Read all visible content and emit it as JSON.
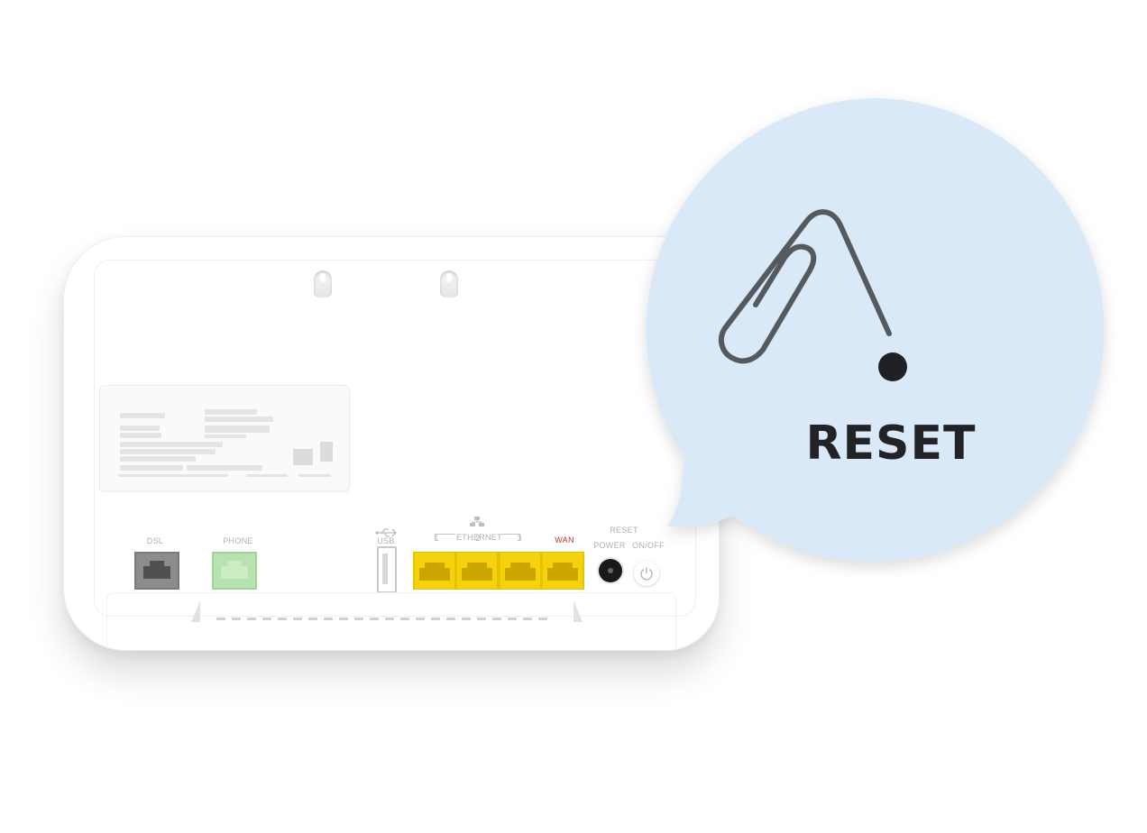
{
  "router": {
    "ports": {
      "dsl_label": "DSL",
      "phone_label": "PHONE",
      "usb_label": "USB",
      "ethernet_label": "ETHERNET",
      "eth_1": "1",
      "eth_2": "2",
      "eth_3": "3",
      "wan_label": "WAN",
      "reset_label": "RESET",
      "power_label": "POWER",
      "onoff_label": "ON/OFF"
    },
    "colors": {
      "dsl_port": "#7a7a7a",
      "phone_port": "#b7e3b0",
      "ethernet_ports": "#f5d20a",
      "wan_text": "#c0392b"
    }
  },
  "callout": {
    "title": "RESET",
    "icon": "paperclip-icon",
    "background": "#dae9f7"
  }
}
